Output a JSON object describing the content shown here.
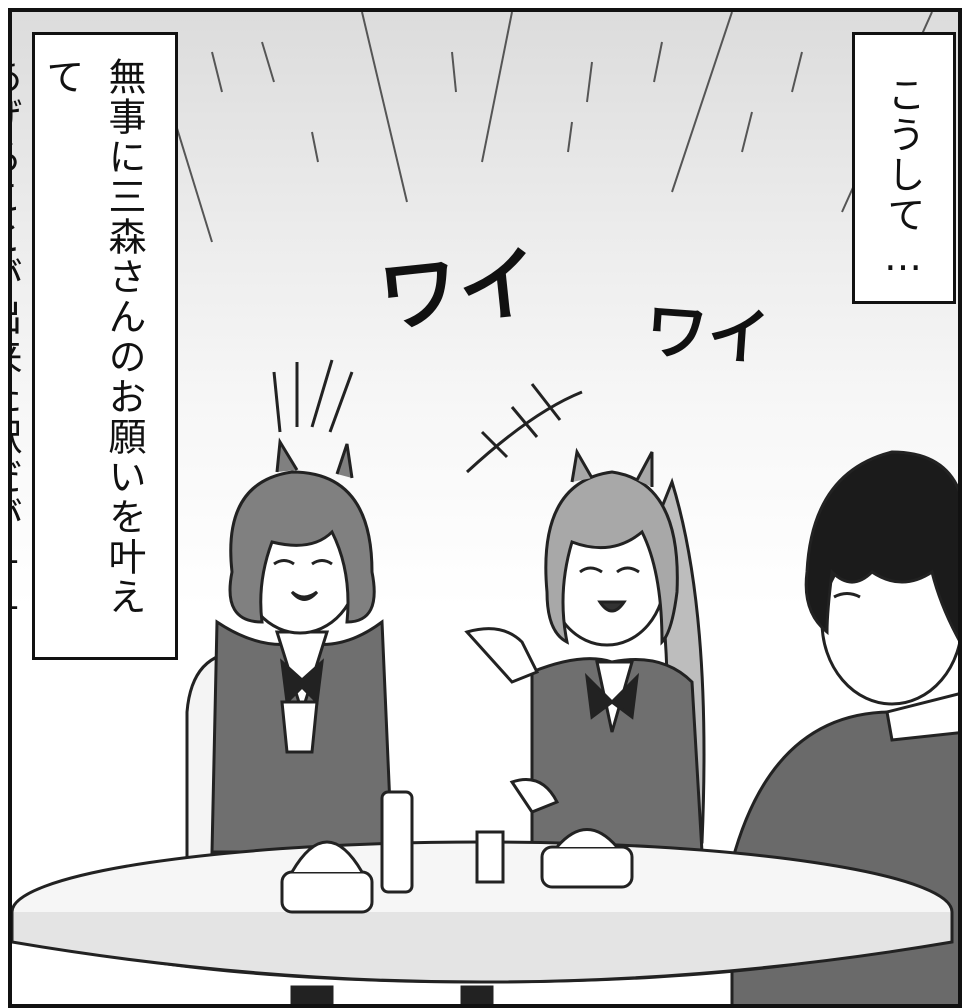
{
  "captions": {
    "left_lines": [
      "無事に三森さんのお願いを叶えて",
      "あげることが出来た訳だが——"
    ],
    "right_text": "こうして…"
  },
  "sound_effects": {
    "first": "ワイ",
    "second": "ワイ"
  }
}
